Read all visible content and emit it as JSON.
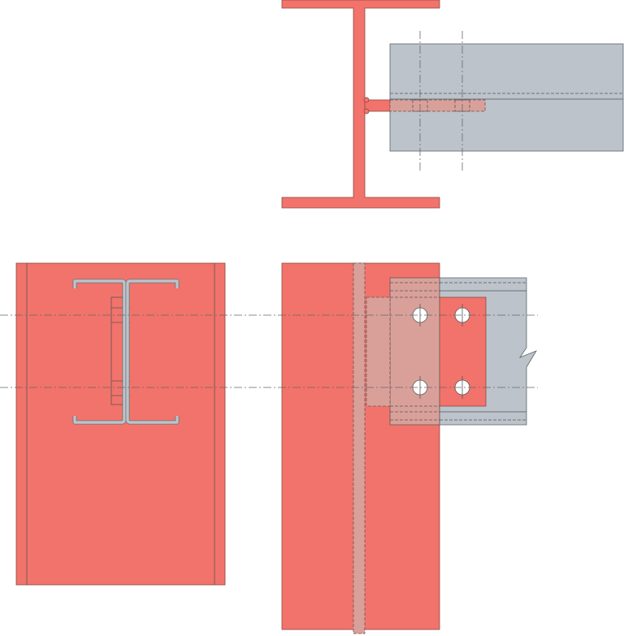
{
  "drawing": {
    "views": [
      "plan-view",
      "column-side-view",
      "beam-elevation-view"
    ],
    "colors": {
      "column": "#F2736B",
      "beam": "#BCC3CA",
      "hidden_overlay": "#D9A09A",
      "hole": "#FFFFFF"
    },
    "bolt_count": 4
  }
}
